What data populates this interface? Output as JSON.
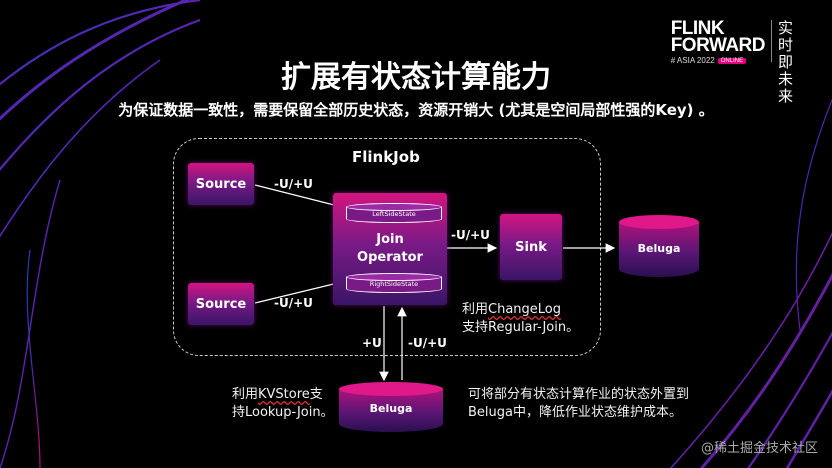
{
  "logo": {
    "main_line1": "FLINK",
    "main_line2": "FORWARD",
    "sub": "# ASIA 2022",
    "online_badge": "ONLINE",
    "chinese": "实时即未来"
  },
  "title": "扩展有状态计算能力",
  "subtitle": "为保证数据一致性，需要保留全部历史状态，资源开销大 (尤其是空间局部性强的Key) 。",
  "diagram": {
    "job_label": "FlinkJob",
    "nodes": {
      "source1": "Source",
      "source2": "Source",
      "join_line1": "Join",
      "join_line2": "Operator",
      "left_state": "LeftSideState",
      "right_state": "RightSideState",
      "sink": "Sink",
      "beluga_right": "Beluga",
      "beluga_bottom": "Beluga"
    },
    "edges": {
      "source1_to_join": "-U/+U",
      "source2_to_join": "-U/+U",
      "join_to_sink": "-U/+U",
      "join_to_beluga": "+U",
      "beluga_to_join": "-U/+U"
    },
    "notes": {
      "changelog_pre": "利用",
      "changelog_word": "ChangeLog",
      "changelog_line2": "支持Regular-Join。",
      "kvstore_pre": "利用",
      "kvstore_word": "KVStore",
      "kvstore_post": "支",
      "kvstore_line2": "持Lookup-Join。",
      "offload_line1": "可将部分有状态计算作业的状态外置到",
      "offload_line2": "Beluga中，降低作业状态维护成本。"
    }
  },
  "watermark": "@稀土掘金技术社区",
  "colors": {
    "background": "#000000",
    "node_top": "#d4147f",
    "node_bottom": "#3a1566",
    "swirl_blue": "#1f4fd8",
    "swirl_magenta": "#d4147f"
  }
}
